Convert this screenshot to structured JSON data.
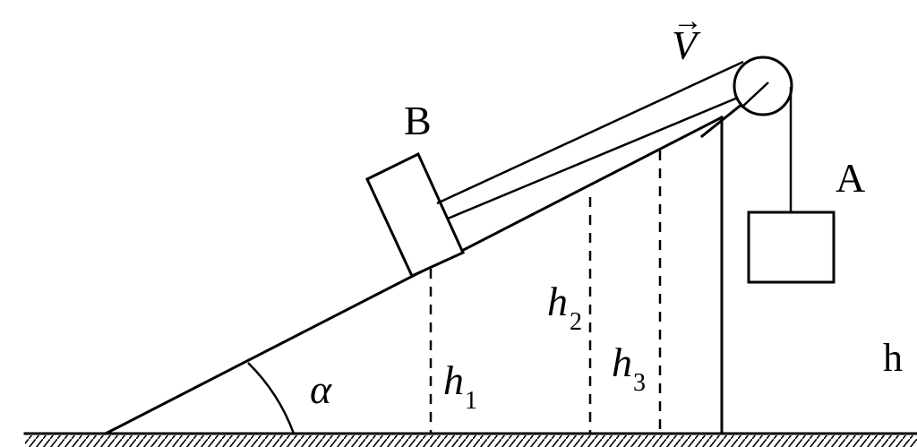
{
  "labels": {
    "velocity": "V",
    "velocity_arrow": "→",
    "block_b": "B",
    "block_a": "A",
    "angle": "α",
    "h_letter": "h",
    "h1_sub": "1",
    "h2_sub": "2",
    "h3_sub": "3",
    "h_right": "h"
  }
}
